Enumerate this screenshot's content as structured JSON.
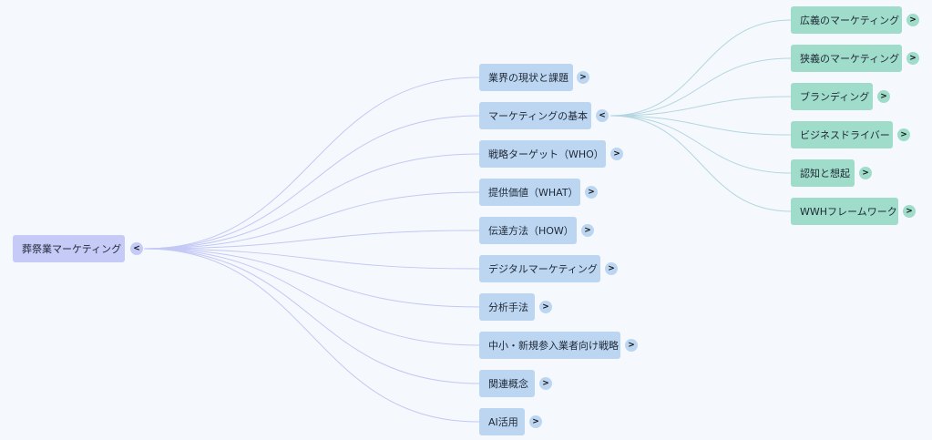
{
  "root": {
    "label": "葬祭業マーケティング",
    "toggle": "<"
  },
  "branches": [
    {
      "label": "業界の現状と課題",
      "toggle": ">"
    },
    {
      "label": "マーケティングの基本",
      "toggle": "<"
    },
    {
      "label": "戦略ターゲット（WHO）",
      "toggle": ">"
    },
    {
      "label": "提供価値（WHAT）",
      "toggle": ">"
    },
    {
      "label": "伝達方法（HOW）",
      "toggle": ">"
    },
    {
      "label": "デジタルマーケティング",
      "toggle": ">"
    },
    {
      "label": "分析手法",
      "toggle": ">"
    },
    {
      "label": "中小・新規参入業者向け戦略",
      "toggle": ">"
    },
    {
      "label": "関連概念",
      "toggle": ">"
    },
    {
      "label": "AI活用",
      "toggle": ">"
    }
  ],
  "sub_branches": [
    {
      "label": "広義のマーケティング",
      "toggle": ">"
    },
    {
      "label": "狭義のマーケティング",
      "toggle": ">"
    },
    {
      "label": "ブランディング",
      "toggle": ">"
    },
    {
      "label": "ビジネスドライバー",
      "toggle": ">"
    },
    {
      "label": "認知と想起",
      "toggle": ">"
    },
    {
      "label": "WWHフレームワーク",
      "toggle": ">"
    }
  ],
  "colors": {
    "background": "#f5f9fd",
    "root_fill": "#c6caf7",
    "branch_fill": "#bcd6f2",
    "sub_branch_fill": "#9fdcca",
    "root_edge": "#c3c8f5",
    "sub_edge": "#b3d6e0"
  }
}
